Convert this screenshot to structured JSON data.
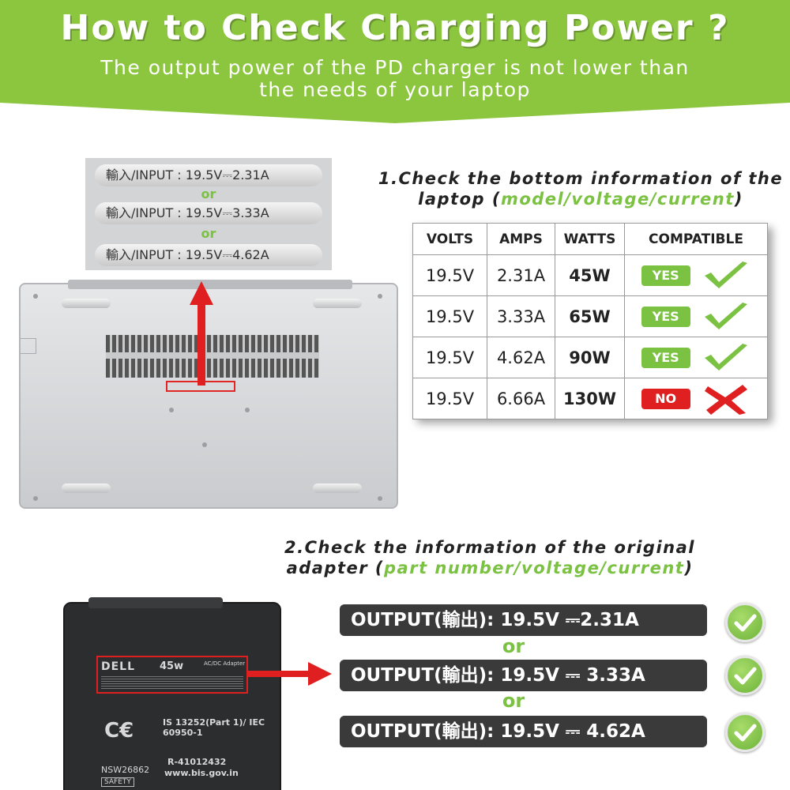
{
  "header": {
    "title": "How to Check Charging Power ?",
    "subtitle": "The output power of the PD charger is not lower than the needs of your laptop"
  },
  "laptop_labels": {
    "inputs": [
      "輸入/INPUT : 19.5V⎓2.31A",
      "輸入/INPUT : 19.5V⎓3.33A",
      "輸入/INPUT : 19.5V⎓4.62A"
    ],
    "or": "or"
  },
  "section1": {
    "heading_prefix": "1.Check the bottom information of the laptop (",
    "heading_highlight": "model/voltage/current",
    "heading_suffix": ")"
  },
  "table": {
    "headers": [
      "VOLTS",
      "AMPS",
      "WATTS",
      "COMPATIBLE"
    ],
    "rows": [
      {
        "volts": "19.5V",
        "amps": "2.31A",
        "watts": "45W",
        "compatible": "YES"
      },
      {
        "volts": "19.5V",
        "amps": "3.33A",
        "watts": "65W",
        "compatible": "YES"
      },
      {
        "volts": "19.5V",
        "amps": "4.62A",
        "watts": "90W",
        "compatible": "YES"
      },
      {
        "volts": "19.5V",
        "amps": "6.66A",
        "watts": "130W",
        "compatible": "NO"
      }
    ]
  },
  "section2": {
    "heading_prefix": "2.Check the information of the original adapter (",
    "heading_highlight": "part number/voltage/current",
    "heading_suffix": ")"
  },
  "adapter": {
    "brand": "DELL",
    "rating": "45w",
    "type": "AC/DC Adapter",
    "cert": "IS 13252(Part 1)/ IEC 60950-1",
    "reg": "R-41012432",
    "site": "www.bis.gov.in",
    "model": "NSW26862",
    "safety": "SAFETY"
  },
  "outputs": {
    "items": [
      "OUTPUT(輸出):  19.5V ⎓2.31A",
      "OUTPUT(輸出):  19.5V ⎓ 3.33A",
      "OUTPUT(輸出):  19.5V ⎓ 4.62A"
    ],
    "or": "or"
  },
  "colors": {
    "green": "#7bc142",
    "red": "#e02020",
    "header_green": "#8cc63f"
  }
}
